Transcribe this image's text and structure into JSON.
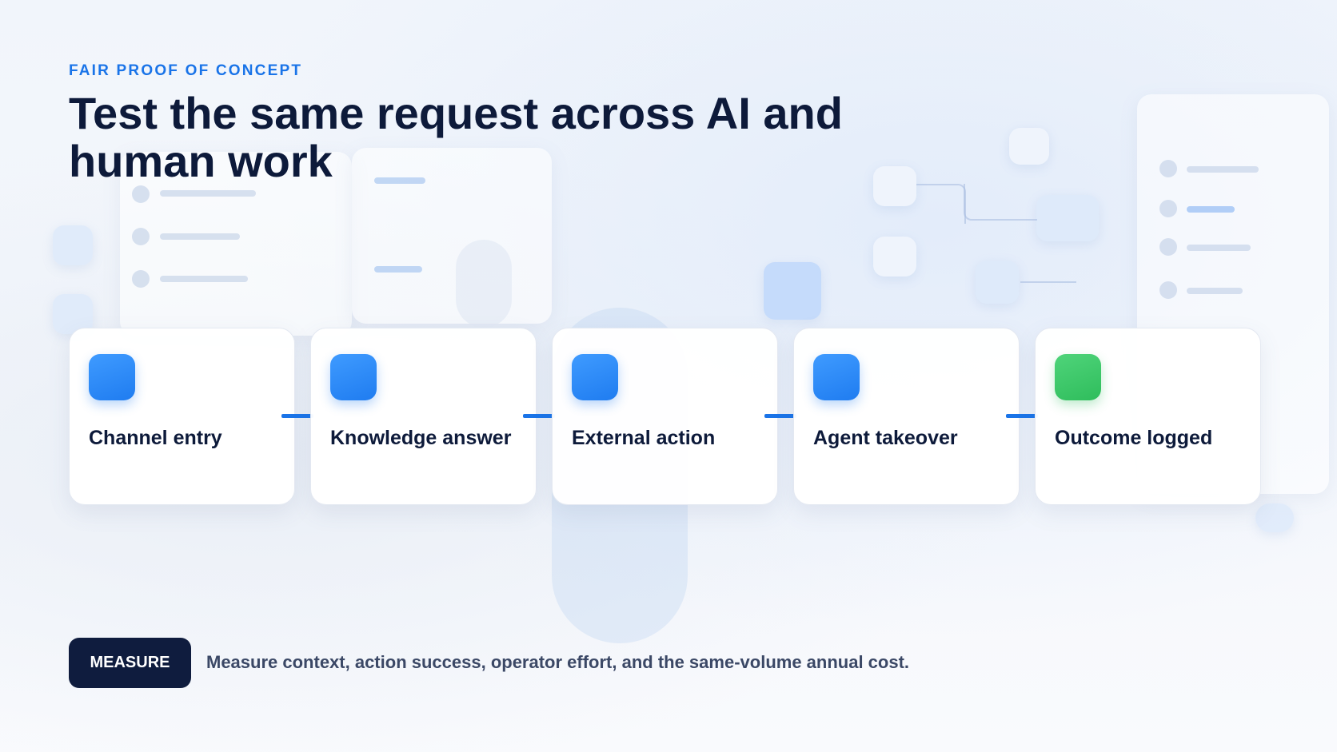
{
  "eyebrow": "FAIR PROOF OF CONCEPT",
  "headline": "Test the same request across AI and human work",
  "steps": [
    {
      "label": "Channel entry",
      "icon": "blue-square-icon"
    },
    {
      "label": "Knowledge answer",
      "icon": "blue-square-icon"
    },
    {
      "label": "External action",
      "icon": "blue-square-icon"
    },
    {
      "label": "Agent takeover",
      "icon": "blue-square-icon"
    },
    {
      "label": "Outcome logged",
      "icon": "green-square-icon"
    }
  ],
  "footer": {
    "badge": "MEASURE",
    "text": "Measure context, action success, operator effort, and the same-volume annual cost."
  },
  "colors": {
    "accent": "#1a74e8",
    "headline": "#0d1a3a",
    "badge_bg": "#0f1c3e",
    "success": "#2fbd5c"
  }
}
